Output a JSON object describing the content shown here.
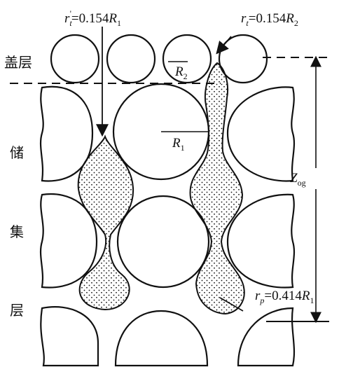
{
  "labels": {
    "cap_layer": "盖层",
    "reservoir_char_1": "储",
    "reservoir_char_2": "集",
    "reservoir_char_3": "层",
    "r_t_prime": {
      "base": "r",
      "sub": "t",
      "sup": "'",
      "rest": "=0.154",
      "var": "R",
      "var_sub": "1"
    },
    "r_t": {
      "base": "r",
      "sub": "t",
      "rest": "=0.154",
      "var": "R",
      "var_sub": "2"
    },
    "R2": {
      "base": "R",
      "sub": "2"
    },
    "R1": {
      "base": "R",
      "sub": "1"
    },
    "Z_og": {
      "base": "Z",
      "sub": "og"
    },
    "r_p": {
      "base": "r",
      "sub": "p",
      "rest": "=0.414",
      "var": "R",
      "var_sub": "1"
    }
  },
  "colors": {
    "ink": "#111111",
    "background": "#ffffff"
  }
}
